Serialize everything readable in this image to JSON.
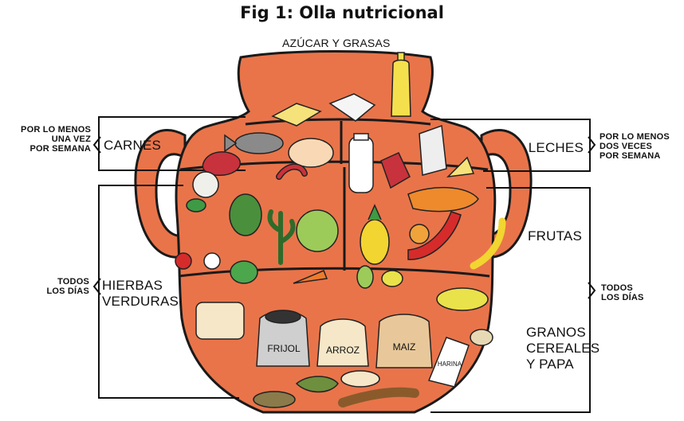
{
  "figure": {
    "title": "Fig 1: Olla nutricional"
  },
  "groups": {
    "top": "AZÚCAR Y GRASAS",
    "carnes": "CARNES",
    "leches": "LECHES",
    "frutas": "FRUTAS",
    "hierbas": [
      "HIERBAS",
      "VERDURAS"
    ],
    "granos": [
      "GRANOS",
      "CEREALES",
      "Y PAPA"
    ]
  },
  "frequency": {
    "left_top": [
      "POR LO MENOS",
      "UNA VEZ",
      "POR SEMANA"
    ],
    "right_top": [
      "POR LO MENOS",
      "DOS VECES",
      "POR SEMANA"
    ],
    "left_bottom": [
      "TODOS",
      "LOS DÍAS"
    ],
    "right_bottom": [
      "TODOS",
      "LOS DÍAS"
    ]
  },
  "food_labels": {
    "sack_1": "FRIJOL",
    "sack_2": "ARROZ",
    "sack_3": "MAIZ",
    "bag": "HARINA"
  },
  "colors": {
    "pot_fill": "#E9744A",
    "pot_outline": "#1a1a1a",
    "line": "#111111"
  }
}
